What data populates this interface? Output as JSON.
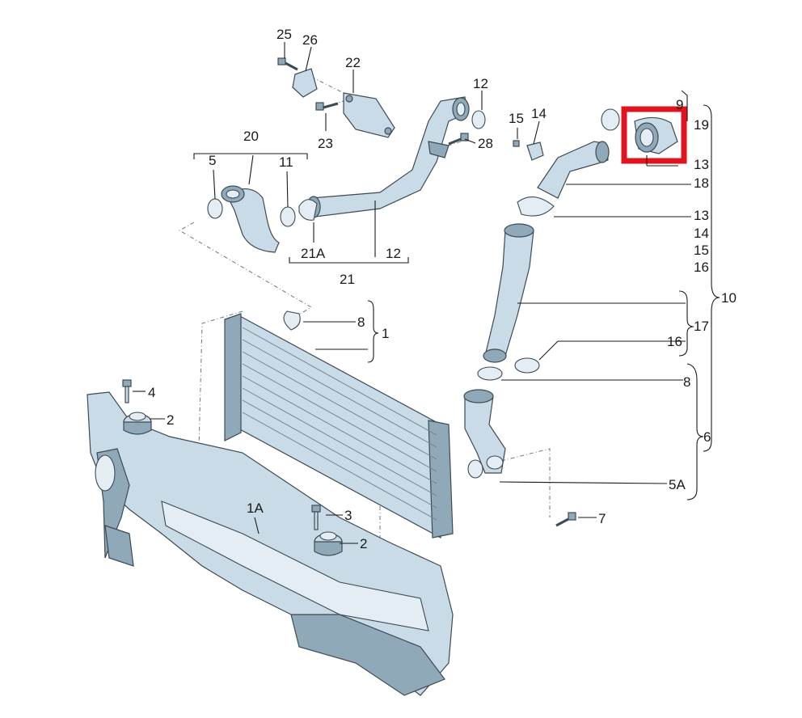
{
  "diagram": {
    "highlight_color": "#e0141e",
    "part_color": "#c9dbe6",
    "callouts": [
      {
        "id": "c25",
        "text": "25"
      },
      {
        "id": "c26",
        "text": "26"
      },
      {
        "id": "c22",
        "text": "22"
      },
      {
        "id": "c12a",
        "text": "12"
      },
      {
        "id": "c23",
        "text": "23"
      },
      {
        "id": "c28",
        "text": "28"
      },
      {
        "id": "c15a",
        "text": "15"
      },
      {
        "id": "c14a",
        "text": "14"
      },
      {
        "id": "c9",
        "text": "9"
      },
      {
        "id": "c19",
        "text": "19"
      },
      {
        "id": "c13a",
        "text": "13"
      },
      {
        "id": "c18",
        "text": "18"
      },
      {
        "id": "c13b",
        "text": "13"
      },
      {
        "id": "c14b",
        "text": "14"
      },
      {
        "id": "c15b",
        "text": "15"
      },
      {
        "id": "c16a",
        "text": "16"
      },
      {
        "id": "c10",
        "text": "10"
      },
      {
        "id": "c20",
        "text": "20"
      },
      {
        "id": "c5",
        "text": "5"
      },
      {
        "id": "c11",
        "text": "11"
      },
      {
        "id": "c21A",
        "text": "21A"
      },
      {
        "id": "c12b",
        "text": "12"
      },
      {
        "id": "c21",
        "text": "21"
      },
      {
        "id": "c17",
        "text": "17"
      },
      {
        "id": "c8a",
        "text": "8"
      },
      {
        "id": "c1",
        "text": "1"
      },
      {
        "id": "c16b",
        "text": "16"
      },
      {
        "id": "c8b",
        "text": "8"
      },
      {
        "id": "c4",
        "text": "4"
      },
      {
        "id": "c2a",
        "text": "2"
      },
      {
        "id": "c6",
        "text": "6"
      },
      {
        "id": "c1A",
        "text": "1A"
      },
      {
        "id": "c3",
        "text": "3"
      },
      {
        "id": "c2b",
        "text": "2"
      },
      {
        "id": "c5A",
        "text": "5A"
      },
      {
        "id": "c7",
        "text": "7"
      }
    ]
  }
}
